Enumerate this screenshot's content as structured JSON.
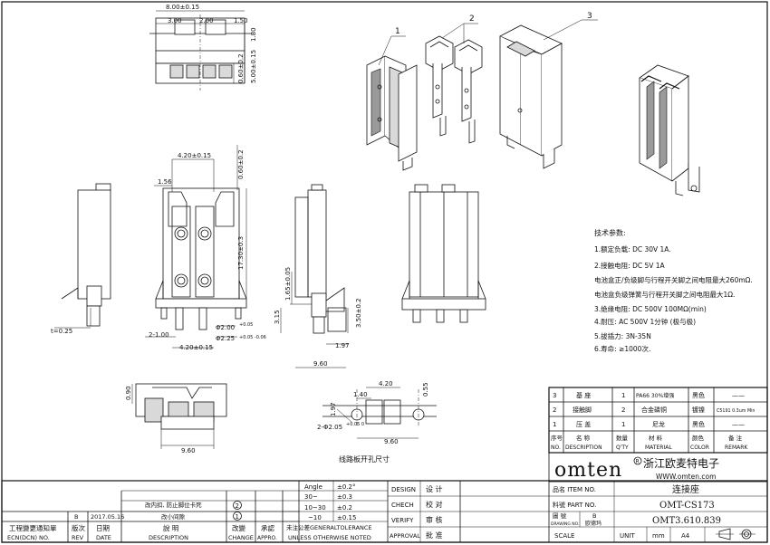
{
  "dimensions": {
    "top_width": "8.00±0.15",
    "top_a": "3.00",
    "top_b": "2.00",
    "top_c": "1.50",
    "top_d": "1.80",
    "top_v1": "0.60±0.2",
    "top_v2": "5.00±0.15",
    "front_w": "4.20±0.15",
    "front_top": "0.60±0.2",
    "front_h": "17.30±0.3",
    "front_156": "1.56",
    "front_d1": "Φ2.00",
    "front_d1_tol": "+0.05",
    "front_d2": "Φ2.25",
    "front_d2_tol": "+0.05 -0.06",
    "front_21": "2-1.00",
    "front_bot": "4.20±0.15",
    "left_t": "t=0.25",
    "side_165": "1.65±0.05",
    "side_315": "3.15",
    "side_350": "3.50±0.2",
    "side_197": "1.97",
    "side_96": "9.60",
    "bot_090": "0.90",
    "bot_96": "9.60",
    "pcb_420": "4.20",
    "pcb_140": "1.40",
    "pcb_055": "0.55",
    "pcb_197": "1.97",
    "pcb_hole": "2-Φ2.05",
    "pcb_hole_tol": "+0.05 0",
    "pcb_96": "9.60"
  },
  "pcb_caption": "线路板开孔尺寸",
  "balloons": [
    "1",
    "2",
    "3"
  ],
  "tech": {
    "title": "技术参数:",
    "lines": [
      "1.额定负载: DC 30V 1A.",
      "2.接触电阻: DC 5V 1A",
      "电池盒正/负级脚与行程开关脚之间电阻最大260mΩ.",
      "电池盒负级弹簧与行程开关脚之间电阻最大1Ω.",
      "3.绝缘电阻: DC  500V 100MΩ(min)",
      "4.耐压: AC 500V 1分钟 (极与极)",
      "5.拔插力: 3N-35N",
      "6.寿命: ≥1000次."
    ]
  },
  "bom": {
    "rows": [
      {
        "no": "3",
        "name": "基  座",
        "qty": "1",
        "material": "PA66 30%增强",
        "color": "黑色",
        "remark": "——"
      },
      {
        "no": "2",
        "name": "接触脚",
        "qty": "2",
        "material": "合金磷铜",
        "color": "镀镍",
        "remark": "C5191 0.3um Min"
      },
      {
        "no": "1",
        "name": "压  盖",
        "qty": "1",
        "material": "尼龙",
        "color": "黑色",
        "remark": "——"
      }
    ],
    "header": {
      "no_cn": "序号",
      "no_en": "NO.",
      "name_cn": "名  称",
      "name_en": "DESCRIPTION",
      "qty_cn": "数量",
      "qty_en": "Q'TY",
      "mat_cn": "材  料",
      "mat_en": "MATERIAL",
      "color_cn": "颜色",
      "color_en": "COLOR",
      "remark_cn": "备  注",
      "remark_en": "REMARK"
    }
  },
  "company": {
    "logo": "omten",
    "name_cn": "浙江欧麦特电子",
    "web": "WWW.omten.com"
  },
  "title_block": {
    "item_label": "品名 ITEM NO.",
    "item_value": "连接座",
    "part_label": "料號 PART NO.",
    "part_value": "OMT-CS173",
    "drawing_label_cn": "圖  號",
    "drawing_label_en": "DRAWING NO.",
    "rev_letter": "B",
    "drawer": "欧德玛",
    "drawing_value": "OMT3.610.839",
    "scale_label": "SCALE",
    "unit_label": "UNIT",
    "unit_value": "mm",
    "size_value": "A4"
  },
  "approval": {
    "design": "DESIGN",
    "design_cn": "设 计",
    "check": "CHECH",
    "check_cn": "校 对",
    "verify": "VERIFY",
    "verify_cn": "审 核",
    "approval": "APPROVAL",
    "approval_cn": "批 准"
  },
  "tolerance": {
    "angle_label": "Angle",
    "angle_val": "±0.2°",
    "r1": "30~",
    "v1": "±0.3",
    "r2": "10~30",
    "v2": "±0.2",
    "r3": "~10",
    "v3": "±0.15",
    "caption": "未注公差GENERALTOLERANCE",
    "caption2": "UNLESS OTHERWISE NOTED"
  },
  "revisions": [
    {
      "desc": "改内扣, 防止脚位卡死",
      "mark": "2"
    },
    {
      "ver": "B",
      "date": "2017.05.16",
      "desc": "改小间隙",
      "mark": "1"
    }
  ],
  "rev_header": {
    "ecn_cn": "工程變更通知單",
    "ecn_en": "ECN(DCN) NO.",
    "ver_cn": "版次",
    "ver_en": "REV",
    "date_cn": "日期",
    "date_en": "DATE",
    "desc_cn": "說 明",
    "desc_en": "DESCRIPTION",
    "chg_cn": "改變",
    "chg_en": "CHANGE",
    "appr_cn": "承認",
    "appr_en": "APPRO."
  }
}
